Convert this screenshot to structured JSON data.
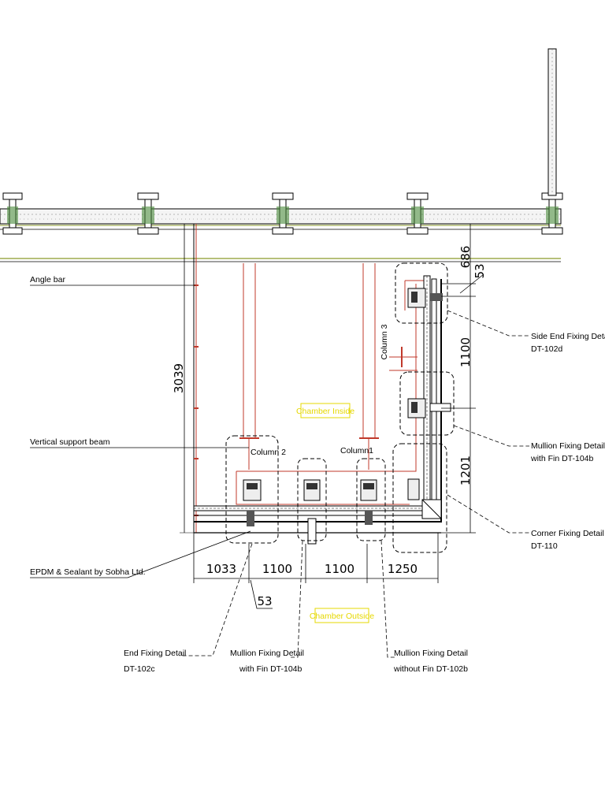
{
  "labels": {
    "angle_bar": "Angle bar",
    "vertical_support_beam": "Vertical support beam",
    "epdm_sealant": "EPDM & Sealant by Sobha Ltd.",
    "side_end_fixing_line1": "Side End Fixing Detail",
    "side_end_fixing_line2": "DT-102d",
    "mullion_fin_right_line1": "Mullion Fixing Detail",
    "mullion_fin_right_line2": "with Fin DT-104b",
    "corner_fixing_line1": "Corner Fixing Detail",
    "corner_fixing_line2": "DT-110",
    "end_fixing_line1": "End Fixing Detail",
    "end_fixing_line2": "DT-102c",
    "mullion_fin_bottom_line1": "Mullion Fixing Detail",
    "mullion_fin_bottom_line2": "with Fin DT-104b",
    "mullion_nofin_line1": "Mullion Fixing Detail",
    "mullion_nofin_line2": "without Fin DT-102b",
    "column_1": "Column1",
    "column_2": "Column 2",
    "column_3": "Column 3",
    "chamber_inside": "Chamber Inside",
    "chamber_outside": "Chamber Outside"
  },
  "dimensions": {
    "d3039": "3039",
    "d686": "686",
    "d53_top": "53",
    "d1100_right": "1100",
    "d1201": "1201",
    "d1033": "1033",
    "d1100_a": "1100",
    "d1100_b": "1100",
    "d1250": "1250",
    "d53_bottom": "53"
  },
  "colors": {
    "line": "#000000",
    "red_member": "#c0392b",
    "annotation_yellow": "#e6d800",
    "slab_green": "#8a9a2a"
  }
}
